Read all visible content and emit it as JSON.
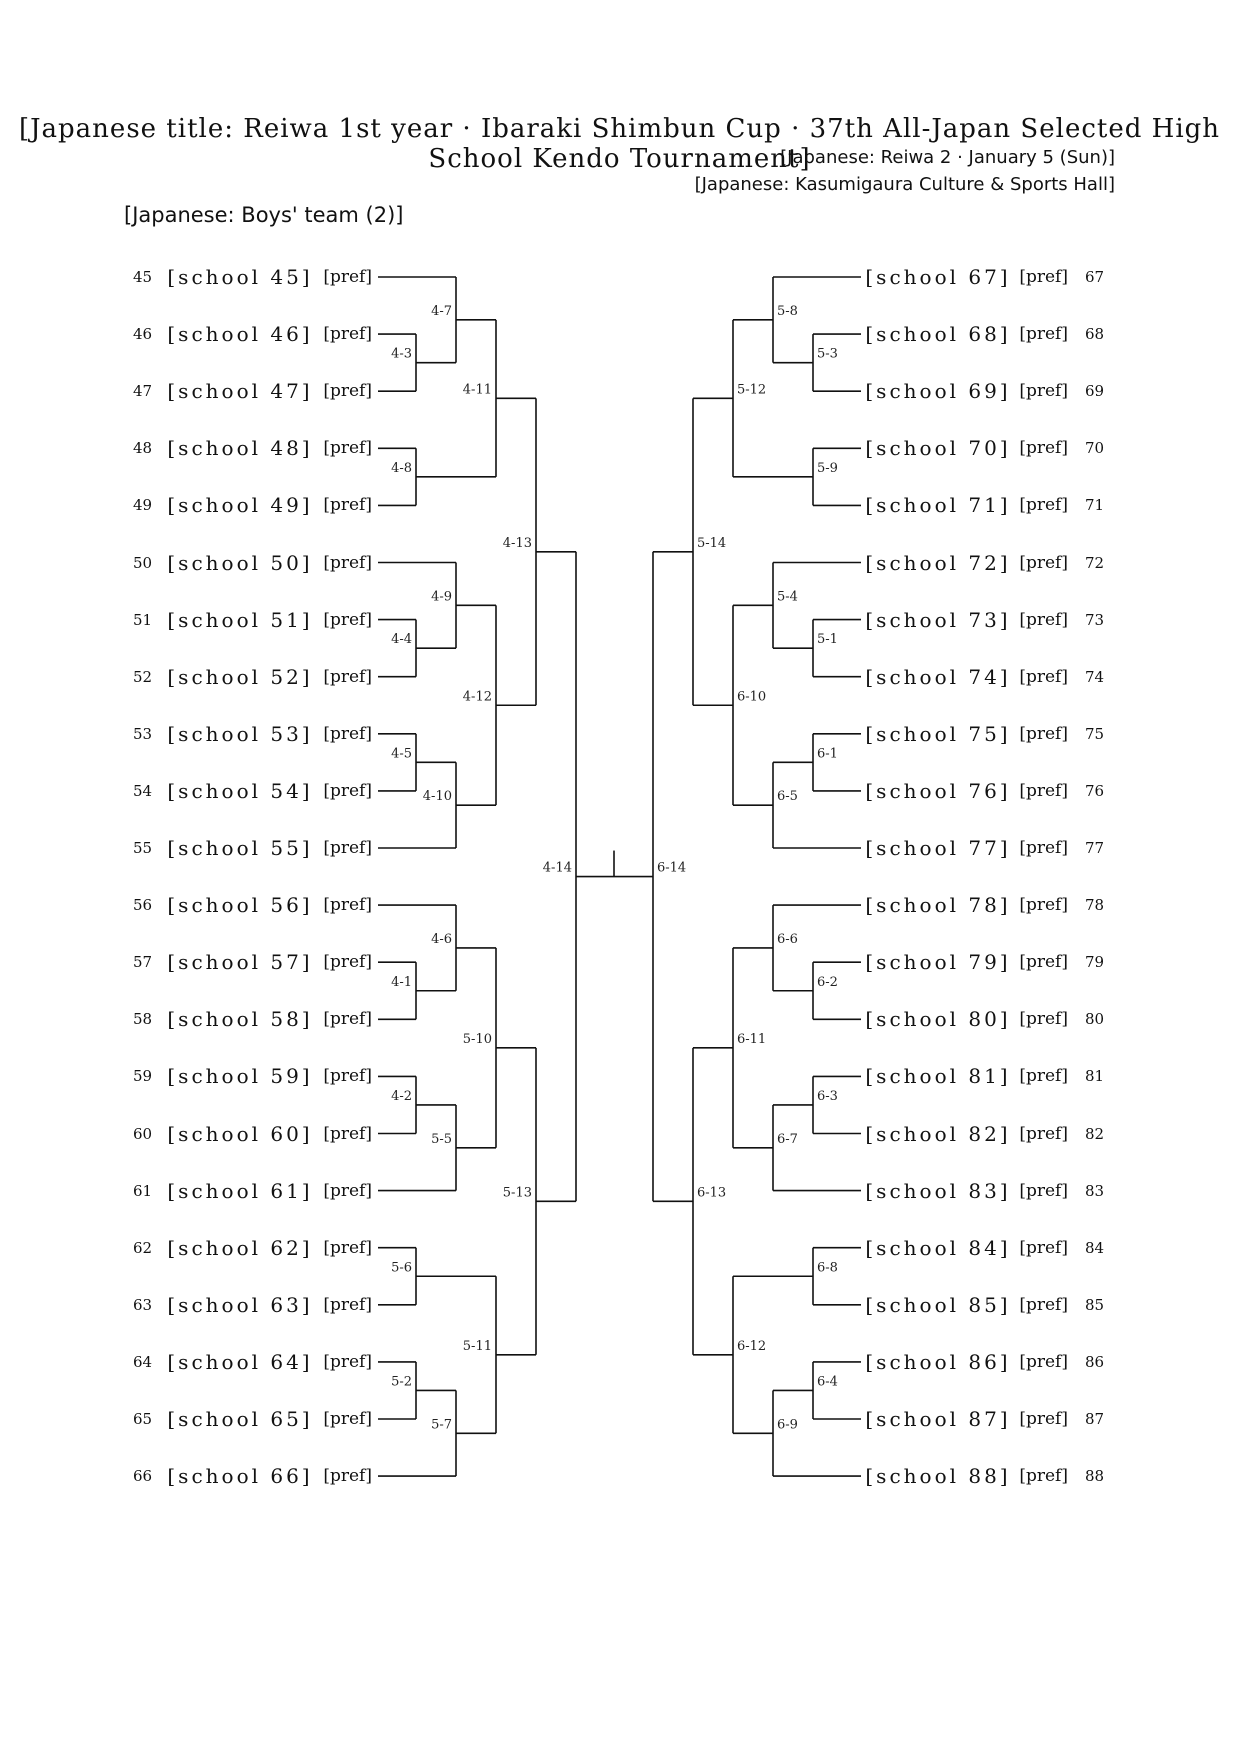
{
  "document": {
    "title": "[Japanese title: Reiwa 1st year · Ibaraki Shimbun Cup · 37th All-Japan Selected High School Kendo Tournament]",
    "date": "[Japanese: Reiwa 2 · January 5 (Sun)]",
    "venue": "[Japanese: Kasumigaura Culture & Sports Hall]",
    "section": "[Japanese: Boys' team (2)]"
  },
  "left_teams": [
    {
      "no": "45",
      "school": "[school 45]",
      "pref": "[pref]"
    },
    {
      "no": "46",
      "school": "[school 46]",
      "pref": "[pref]"
    },
    {
      "no": "47",
      "school": "[school 47]",
      "pref": "[pref]"
    },
    {
      "no": "48",
      "school": "[school 48]",
      "pref": "[pref]"
    },
    {
      "no": "49",
      "school": "[school 49]",
      "pref": "[pref]"
    },
    {
      "no": "50",
      "school": "[school 50]",
      "pref": "[pref]"
    },
    {
      "no": "51",
      "school": "[school 51]",
      "pref": "[pref]"
    },
    {
      "no": "52",
      "school": "[school 52]",
      "pref": "[pref]"
    },
    {
      "no": "53",
      "school": "[school 53]",
      "pref": "[pref]"
    },
    {
      "no": "54",
      "school": "[school 54]",
      "pref": "[pref]"
    },
    {
      "no": "55",
      "school": "[school 55]",
      "pref": "[pref]"
    },
    {
      "no": "56",
      "school": "[school 56]",
      "pref": "[pref]"
    },
    {
      "no": "57",
      "school": "[school 57]",
      "pref": "[pref]"
    },
    {
      "no": "58",
      "school": "[school 58]",
      "pref": "[pref]"
    },
    {
      "no": "59",
      "school": "[school 59]",
      "pref": "[pref]"
    },
    {
      "no": "60",
      "school": "[school 60]",
      "pref": "[pref]"
    },
    {
      "no": "61",
      "school": "[school 61]",
      "pref": "[pref]"
    },
    {
      "no": "62",
      "school": "[school 62]",
      "pref": "[pref]"
    },
    {
      "no": "63",
      "school": "[school 63]",
      "pref": "[pref]"
    },
    {
      "no": "64",
      "school": "[school 64]",
      "pref": "[pref]"
    },
    {
      "no": "65",
      "school": "[school 65]",
      "pref": "[pref]"
    },
    {
      "no": "66",
      "school": "[school 66]",
      "pref": "[pref]"
    }
  ],
  "right_teams": [
    {
      "no": "67",
      "school": "[school 67]",
      "pref": "[pref]"
    },
    {
      "no": "68",
      "school": "[school 68]",
      "pref": "[pref]"
    },
    {
      "no": "69",
      "school": "[school 69]",
      "pref": "[pref]"
    },
    {
      "no": "70",
      "school": "[school 70]",
      "pref": "[pref]"
    },
    {
      "no": "71",
      "school": "[school 71]",
      "pref": "[pref]"
    },
    {
      "no": "72",
      "school": "[school 72]",
      "pref": "[pref]"
    },
    {
      "no": "73",
      "school": "[school 73]",
      "pref": "[pref]"
    },
    {
      "no": "74",
      "school": "[school 74]",
      "pref": "[pref]"
    },
    {
      "no": "75",
      "school": "[school 75]",
      "pref": "[pref]"
    },
    {
      "no": "76",
      "school": "[school 76]",
      "pref": "[pref]"
    },
    {
      "no": "77",
      "school": "[school 77]",
      "pref": "[pref]"
    },
    {
      "no": "78",
      "school": "[school 78]",
      "pref": "[pref]"
    },
    {
      "no": "79",
      "school": "[school 79]",
      "pref": "[pref]"
    },
    {
      "no": "80",
      "school": "[school 80]",
      "pref": "[pref]"
    },
    {
      "no": "81",
      "school": "[school 81]",
      "pref": "[pref]"
    },
    {
      "no": "82",
      "school": "[school 82]",
      "pref": "[pref]"
    },
    {
      "no": "83",
      "school": "[school 83]",
      "pref": "[pref]"
    },
    {
      "no": "84",
      "school": "[school 84]",
      "pref": "[pref]"
    },
    {
      "no": "85",
      "school": "[school 85]",
      "pref": "[pref]"
    },
    {
      "no": "86",
      "school": "[school 86]",
      "pref": "[pref]"
    },
    {
      "no": "87",
      "school": "[school 87]",
      "pref": "[pref]"
    },
    {
      "no": "88",
      "school": "[school 88]",
      "pref": "[pref]"
    }
  ],
  "bracket": {
    "left": {
      "id": "4-14",
      "c": [
        {
          "id": "4-13",
          "c": [
            {
              "id": "4-11",
              "c": [
                {
                  "id": "4-7",
                  "c": [
                    0,
                    {
                      "id": "4-3",
                      "c": [
                        1,
                        2
                      ]
                    }
                  ]
                },
                {
                  "id": "4-8",
                  "c": [
                    3,
                    4
                  ]
                }
              ]
            },
            {
              "id": "4-12",
              "c": [
                {
                  "id": "4-9",
                  "c": [
                    5,
                    {
                      "id": "4-4",
                      "c": [
                        6,
                        7
                      ]
                    }
                  ]
                },
                {
                  "id": "4-10",
                  "c": [
                    {
                      "id": "4-5",
                      "c": [
                        8,
                        9
                      ]
                    },
                    10
                  ]
                }
              ]
            }
          ]
        },
        {
          "id": "5-13",
          "c": [
            {
              "id": "5-10",
              "c": [
                {
                  "id": "4-6",
                  "c": [
                    11,
                    {
                      "id": "4-1",
                      "c": [
                        12,
                        13
                      ]
                    }
                  ]
                },
                {
                  "id": "5-5",
                  "c": [
                    {
                      "id": "4-2",
                      "c": [
                        14,
                        15
                      ]
                    },
                    16
                  ]
                }
              ]
            },
            {
              "id": "5-11",
              "c": [
                {
                  "id": "5-6",
                  "c": [
                    17,
                    18
                  ]
                },
                {
                  "id": "5-7",
                  "c": [
                    {
                      "id": "5-2",
                      "c": [
                        19,
                        20
                      ]
                    },
                    21
                  ]
                }
              ]
            }
          ]
        }
      ]
    },
    "right": {
      "id": "6-14",
      "c": [
        {
          "id": "5-14",
          "c": [
            {
              "id": "5-12",
              "c": [
                {
                  "id": "5-8",
                  "c": [
                    0,
                    {
                      "id": "5-3",
                      "c": [
                        1,
                        2
                      ]
                    }
                  ]
                },
                {
                  "id": "5-9",
                  "c": [
                    3,
                    4
                  ]
                }
              ]
            },
            {
              "id": "6-10",
              "c": [
                {
                  "id": "5-4",
                  "c": [
                    5,
                    {
                      "id": "5-1",
                      "c": [
                        6,
                        7
                      ]
                    }
                  ]
                },
                {
                  "id": "6-5",
                  "c": [
                    {
                      "id": "6-1",
                      "c": [
                        8,
                        9
                      ]
                    },
                    10
                  ]
                }
              ]
            }
          ]
        },
        {
          "id": "6-13",
          "c": [
            {
              "id": "6-11",
              "c": [
                {
                  "id": "6-6",
                  "c": [
                    11,
                    {
                      "id": "6-2",
                      "c": [
                        12,
                        13
                      ]
                    }
                  ]
                },
                {
                  "id": "6-7",
                  "c": [
                    {
                      "id": "6-3",
                      "c": [
                        14,
                        15
                      ]
                    },
                    16
                  ]
                }
              ]
            },
            {
              "id": "6-12",
              "c": [
                {
                  "id": "6-8",
                  "c": [
                    17,
                    18
                  ]
                },
                {
                  "id": "6-9",
                  "c": [
                    {
                      "id": "6-4",
                      "c": [
                        19,
                        20
                      ]
                    },
                    21
                  ]
                }
              ]
            }
          ]
        }
      ]
    }
  }
}
